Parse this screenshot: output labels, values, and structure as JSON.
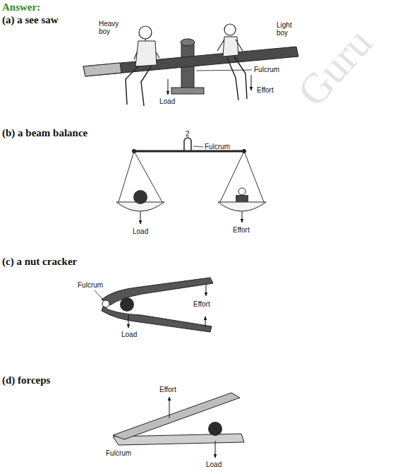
{
  "diagram": {
    "title": "Answer:",
    "labels": [
      "(a) a see saw",
      "Heavy boy",
      "Light boy",
      "Fulcrum",
      "Load",
      "Effort",
      "(b) a beam balance",
      "2",
      "Fulcrum",
      "Load",
      "Effort",
      "(c) a nut cracker",
      "Fulcrum",
      "Effort",
      "Load",
      "(d) forceps",
      "Effort",
      "Fulcrum",
      "Load",
      "Guru"
    ]
  }
}
